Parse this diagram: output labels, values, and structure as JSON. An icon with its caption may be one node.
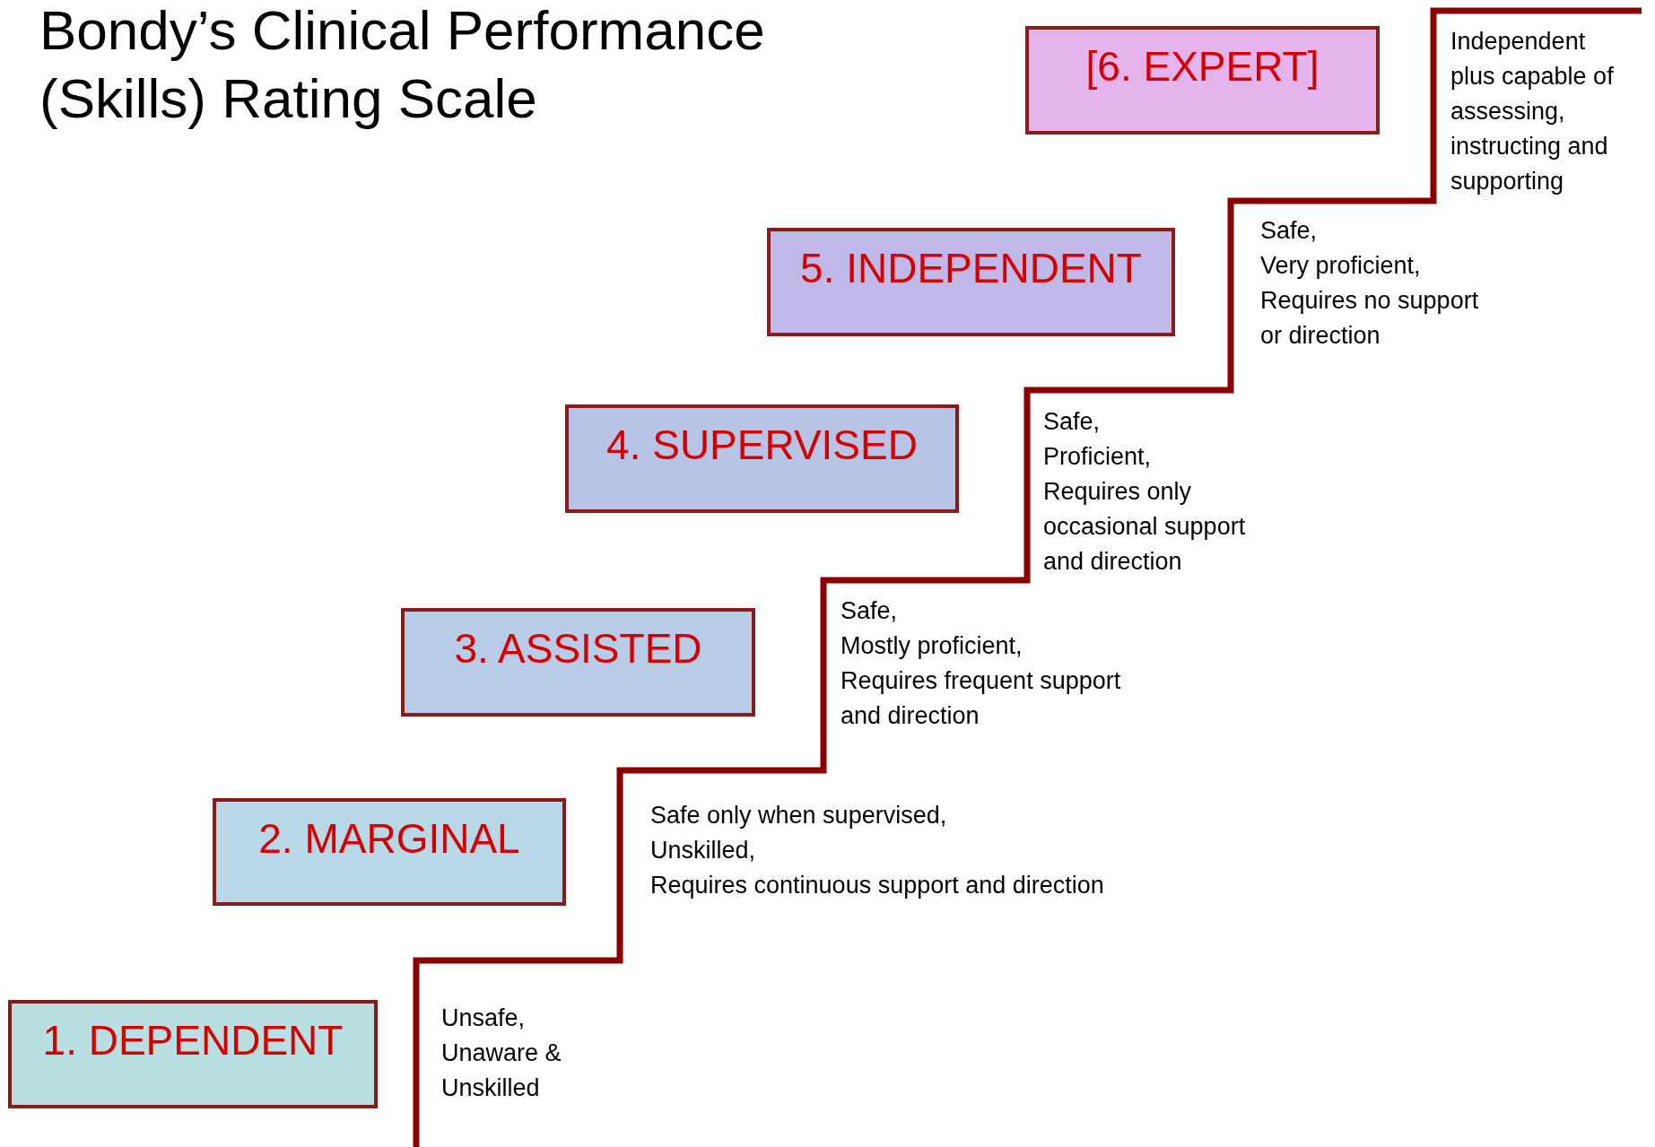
{
  "diagram": {
    "title": "Bondy’s Clinical Performance (Skills) Rating Scale",
    "nodes": [
      {
        "text": [
          "1. DEPENDENT"
        ],
        "beside": [
          "Unsafe, Unaware & Unskilled"
        ]
      },
      {
        "text": [
          "2. MARGINAL"
        ],
        "beside": [
          "Safe only when supervised, Unskilled, Requires continuous support and direction"
        ]
      },
      {
        "text": [
          "3. ASSISTED"
        ],
        "beside": [
          "Safe, Mostly proficient, Requires frequent support and direction"
        ]
      },
      {
        "text": [
          "4. SUPERVISED"
        ],
        "beside": [
          "Safe, Proficient, Requires only occasional support and direction"
        ]
      },
      {
        "text": [
          "5. INDEPENDENT"
        ],
        "beside": [
          "Safe, Very proficient, Requires no support or direction"
        ]
      },
      {
        "text": [
          "[6. EXPERT]"
        ],
        "beside": [
          "Independent plus capable of assessing, instructing and supporting"
        ]
      }
    ]
  }
}
